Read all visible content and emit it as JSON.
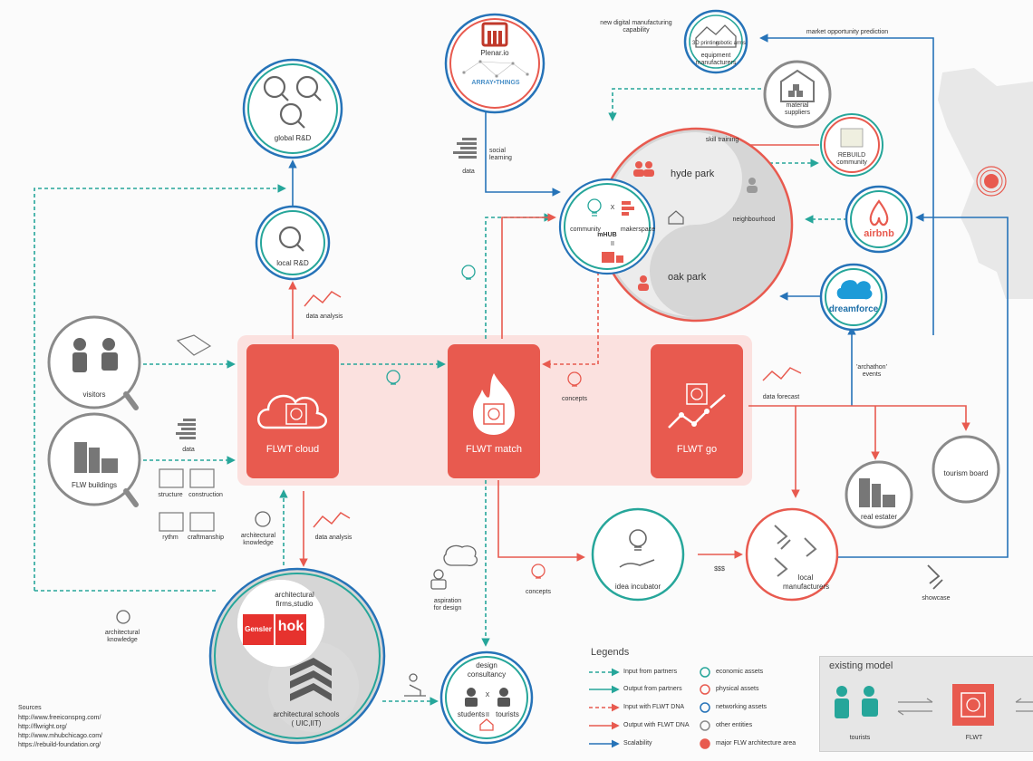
{
  "nodes": {
    "plenario": "Plenar.io",
    "array_of_things": "ARRAY•THINGS",
    "global_rd": "global R&D",
    "local_rd": "local R&D",
    "visitors": "visitors",
    "flw_buildings": "FLW buildings",
    "equipment": "equipment manufacturers",
    "printing_3d": "3D printing",
    "robotic_arms": "robotic arms",
    "material_suppliers": "material suppliers",
    "rebuild": "REBUILD community",
    "airbnb": "airbnb",
    "dreamforce": "dreamforce",
    "hyde_park": "hyde park",
    "oak_park": "oak park",
    "community": "community",
    "makerspace": "makerspace",
    "mhub": "mHUB",
    "x_mark": "X",
    "equals_mark": "II",
    "idea_incubator": "idea incubator",
    "local_manufacturers": "local manufacturers",
    "real_estater": "real estater",
    "tourism_board": "tourism board",
    "arch_firms": "architectural firms,studio",
    "gensler": "Gensler",
    "hok": "hok",
    "arch_schools": "architectural schools ( UIC,IIT)",
    "design_consultancy": "design consultancy",
    "students": "students",
    "tourists": "tourists"
  },
  "cards": {
    "cloud": "FLWT cloud",
    "match": "FLWT match",
    "go": "FLWT go"
  },
  "labels": {
    "new_digital": "new digital manufacturing capability",
    "market_prediction": "market opportunity prediction",
    "social_learning": "social learning",
    "data_top": "data",
    "skill_training": "skill training",
    "neighbourhood": "neighbourhood",
    "data_analysis_top": "data analysis",
    "data_analysis_bottom": "data analysis",
    "concepts_mid": "concepts",
    "concepts_bottom": "concepts",
    "data_forecast": "data forecast",
    "archathon": "'archathon' events",
    "data_left": "data",
    "structure": "structure",
    "construction": "construction",
    "rythm": "rythm",
    "craftmanship": "craftmanship",
    "arch_knowledge_1": "architectural knowledge",
    "arch_knowledge_2": "architectural knowledge",
    "aspiration": "aspiration for design",
    "money": "$$$",
    "showcase": "showcase"
  },
  "legend": {
    "title": "Legends",
    "left": [
      "Input from partners",
      "Output from partners",
      "Input with FLWT DNA",
      "Output with FLWT DNA",
      "Scalability"
    ],
    "right": [
      "economic assets",
      "physical assets",
      "networking assets",
      "other entities",
      "major FLW architecture area"
    ]
  },
  "existing_model": {
    "title": "existing model",
    "tourists": "tourists",
    "flwt": "FLWT"
  },
  "sources": {
    "title": "Sources",
    "items": [
      "http://www.freeiconspng.com/",
      "http://flwright.org/",
      "http://www.mhubchicago.com/",
      "https://rebuild-foundation.org/"
    ]
  },
  "colors": {
    "red": "#e85a4f",
    "teal": "#26a69a",
    "blue": "#2673b8",
    "grey": "#8a8a8a",
    "light_pink": "#fbe1df"
  }
}
